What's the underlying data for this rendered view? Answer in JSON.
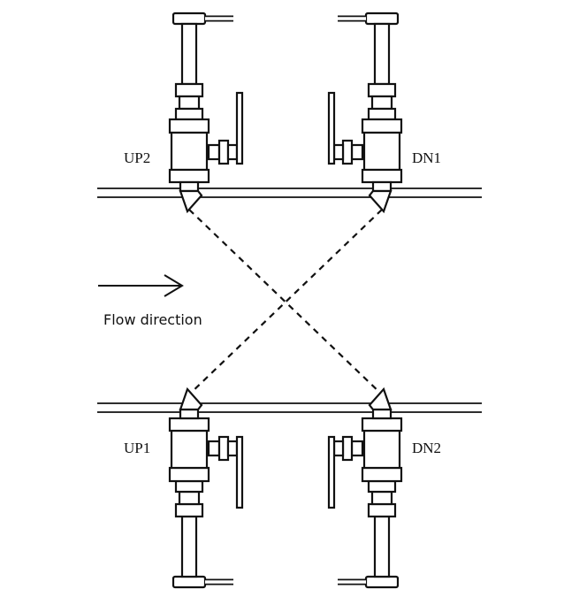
{
  "diagram": {
    "labels": {
      "up2": "UP2",
      "dn1": "DN1",
      "up1": "UP1",
      "dn2": "DN2",
      "flow": "Flow direction"
    },
    "colors": {
      "line": "#111111",
      "background": "#ffffff"
    },
    "icons": {
      "flow_arrow": "right-arrow-icon"
    }
  }
}
